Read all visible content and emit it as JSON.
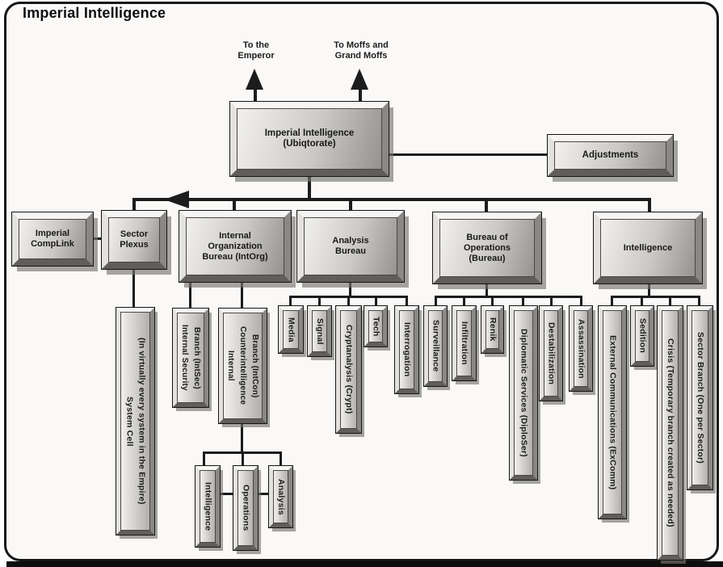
{
  "title": "Imperial Intelligence",
  "colors": {
    "line": "#1c1c1c",
    "frame_border": "#161616",
    "background": "#faf9f7",
    "box_face_light": "#f2f1ef",
    "box_face_dark": "#949290",
    "text": "#191919"
  },
  "annotations": {
    "to_emperor": "To the\nEmperor",
    "to_moffs": "To Moffs and\nGrand Moffs"
  },
  "nodes": {
    "root": "Imperial Intelligence\n(Ubiqtorate)",
    "adjustments": "Adjustments",
    "complink": "Imperial\nCompLink",
    "plexus": "Sector\nPlexus",
    "intorg": "Internal\nOrganization\nBureau (IntOrg)",
    "analysis_bureau": "Analysis\nBureau",
    "operations_bureau": "Bureau of\nOperations\n(Bureau)",
    "intelligence": "Intelligence",
    "system_cell": "System Cell\n(In virtually every system in the Empire)",
    "intsec": "Internal Security\nBranch (IntSec)",
    "intcon": "Internal\nCounterintelligence\nBranch (IntCon)",
    "intcon_intelligence": "Intelligence",
    "intcon_operations": "Operations",
    "intcon_analysis": "Analysis",
    "media": "Media",
    "signal": "Signal",
    "cryptanalysis": "Cryptanalysis (Crypt)",
    "tech": "Tech",
    "interrogation": "Interrogation",
    "surveillance": "Surveillance",
    "infiltration": "Infiltration",
    "renik": "Renik",
    "diplomatic": "Diplomatic Services (DiploSer)",
    "destabilization": "Destabilization",
    "assassination": "Assassination",
    "excomm": "External Communications (ExComm)",
    "sedition": "Sedition",
    "crisis": "Crisis (Temporary branch created as needed)",
    "sector_branch": "Sector Branch (One per Sector)"
  },
  "hierarchy": {
    "Imperial Intelligence (Ubiqtorate)": {
      "reports_to": [
        "To the Emperor",
        "To Moffs and Grand Moffs"
      ],
      "attached": [
        "Adjustments"
      ],
      "children": {
        "Sector Plexus": {
          "linked": [
            "Imperial CompLink"
          ],
          "children": [
            "System Cell (In virtually every system in the Empire)"
          ]
        },
        "Internal Organization Bureau (IntOrg)": {
          "children": {
            "Internal Security Branch (IntSec)": {},
            "Internal Counterintelligence Branch (IntCon)": {
              "children": [
                "Intelligence",
                "Operations",
                "Analysis"
              ]
            }
          }
        },
        "Analysis Bureau": {
          "children": [
            "Media",
            "Signal",
            "Cryptanalysis (Crypt)",
            "Tech",
            "Interrogation"
          ]
        },
        "Bureau of Operations (Bureau)": {
          "children": [
            "Surveillance",
            "Infiltration",
            "Renik",
            "Diplomatic Services (DiploSer)",
            "Destabilization",
            "Assassination"
          ]
        },
        "Intelligence": {
          "children": [
            "External Communications (ExComm)",
            "Sedition",
            "Crisis (Temporary branch created as needed)",
            "Sector Branch (One per Sector)"
          ]
        }
      }
    }
  }
}
